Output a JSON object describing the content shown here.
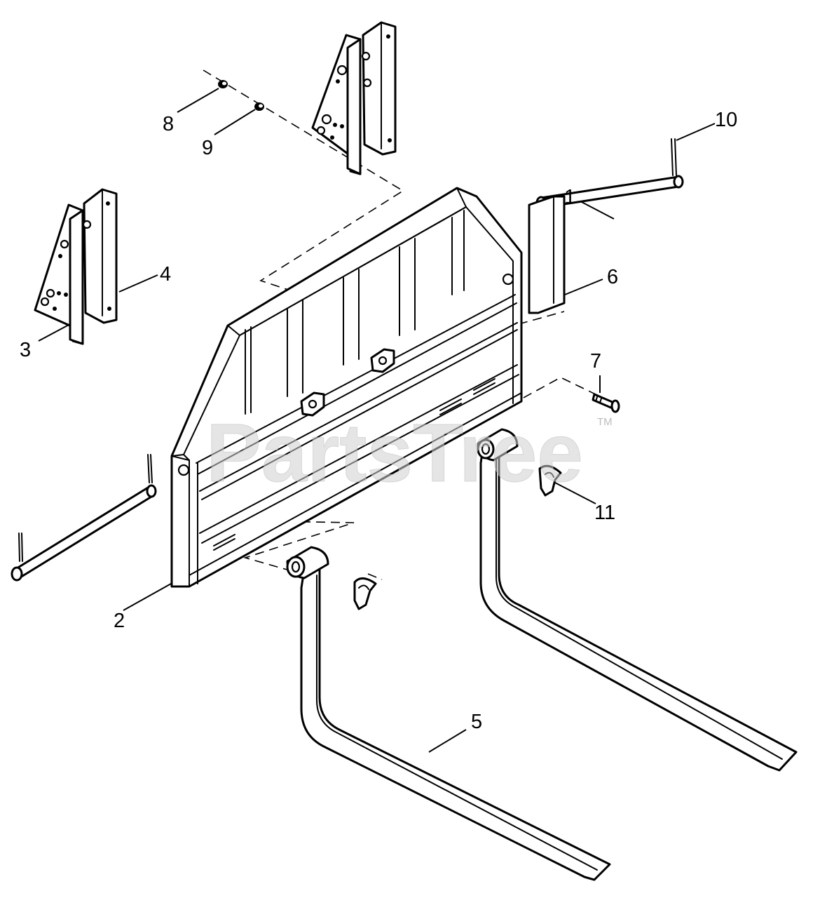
{
  "diagram": {
    "callouts": {
      "c1": "1",
      "c2": "2",
      "c3": "3",
      "c4": "4",
      "c5": "5",
      "c6": "6",
      "c7": "7",
      "c8": "8",
      "c9": "9",
      "c10": "10",
      "c11": "11"
    },
    "watermark": {
      "text": "PartsTree",
      "trademark": "TM"
    }
  },
  "colors": {
    "line": "#000000",
    "background": "#ffffff",
    "watermark": "#cfcfcf"
  }
}
